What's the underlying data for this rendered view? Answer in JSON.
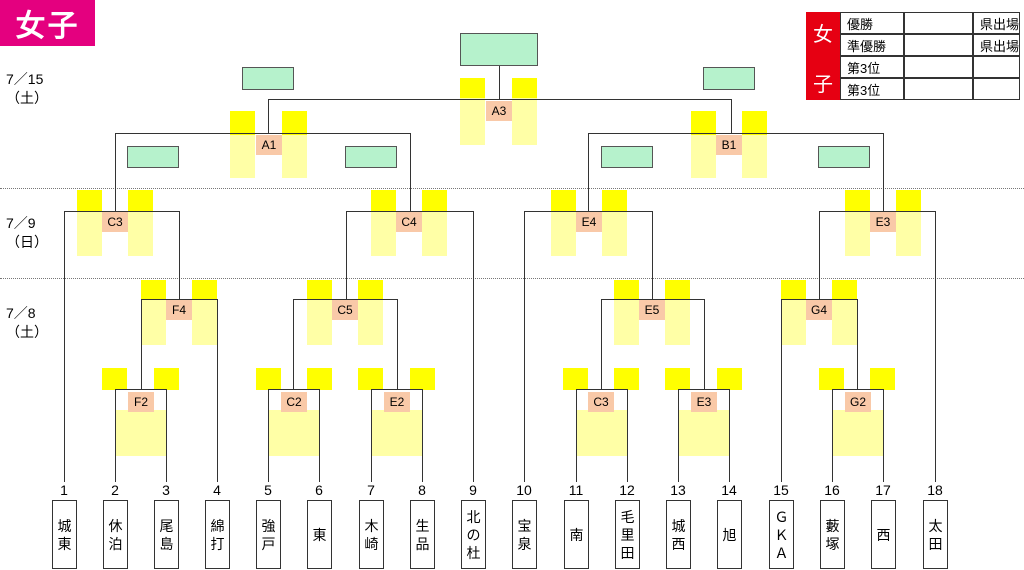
{
  "title": "女子",
  "dates": [
    {
      "date": "7／15",
      "day": "（土）"
    },
    {
      "date": "7／9",
      "day": "（日）"
    },
    {
      "date": "7／8",
      "day": "（土）"
    }
  ],
  "matches": {
    "A3": "A3",
    "A1": "A1",
    "B1": "B1",
    "C3_top": "C3",
    "C4": "C4",
    "E4": "E4",
    "E3_top": "E3",
    "F4": "F4",
    "C5": "C5",
    "E5": "E5",
    "G4": "G4",
    "F2": "F2",
    "C2": "C2",
    "E2": "E2",
    "C3_bottom": "C3",
    "E3_bottom": "E3",
    "G2": "G2"
  },
  "results": {
    "side_label_top": "女",
    "side_label_bottom": "子",
    "rows": [
      {
        "place": "優勝",
        "team": "",
        "note": "県出場"
      },
      {
        "place": "準優勝",
        "team": "",
        "note": "県出場"
      },
      {
        "place": "第3位",
        "team": "",
        "note": ""
      },
      {
        "place": "第3位",
        "team": "",
        "note": ""
      }
    ]
  },
  "teams": [
    {
      "num": "1",
      "name": [
        "城",
        "東"
      ]
    },
    {
      "num": "2",
      "name": [
        "休",
        "泊"
      ]
    },
    {
      "num": "3",
      "name": [
        "尾",
        "島"
      ]
    },
    {
      "num": "4",
      "name": [
        "綿",
        "打"
      ]
    },
    {
      "num": "5",
      "name": [
        "強",
        "戸"
      ]
    },
    {
      "num": "6",
      "name": [
        "東"
      ]
    },
    {
      "num": "7",
      "name": [
        "木",
        "崎"
      ]
    },
    {
      "num": "8",
      "name": [
        "生",
        "品"
      ]
    },
    {
      "num": "9",
      "name": [
        "北",
        "の",
        "杜"
      ]
    },
    {
      "num": "10",
      "name": [
        "宝",
        "泉"
      ]
    },
    {
      "num": "11",
      "name": [
        "南"
      ]
    },
    {
      "num": "12",
      "name": [
        "毛",
        "里",
        "田"
      ]
    },
    {
      "num": "13",
      "name": [
        "城",
        "西"
      ]
    },
    {
      "num": "14",
      "name": [
        "旭"
      ]
    },
    {
      "num": "15",
      "name": [
        "Ｇ",
        "Ｋ",
        "Ａ"
      ]
    },
    {
      "num": "16",
      "name": [
        "藪",
        "塚"
      ]
    },
    {
      "num": "17",
      "name": [
        "西"
      ]
    },
    {
      "num": "18",
      "name": [
        "太",
        "田"
      ]
    }
  ]
}
